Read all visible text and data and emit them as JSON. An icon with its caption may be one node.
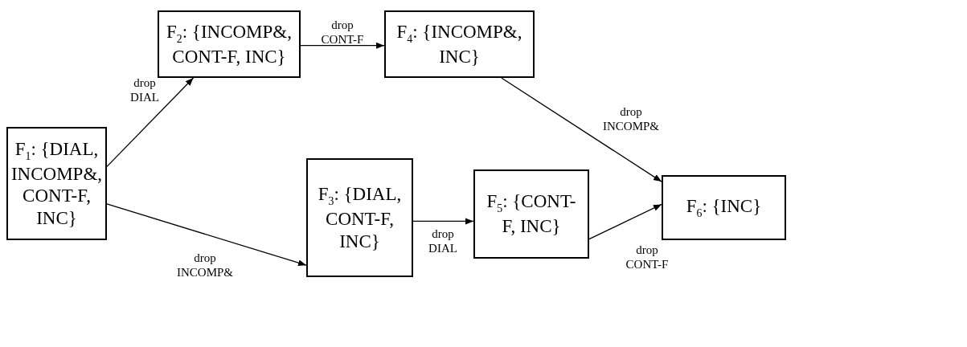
{
  "diagram": {
    "nodes": [
      {
        "text": [
          "F$_{1}$: {DIAL, INCOMP&, CONT-F, INC}"
        ]
      },
      {
        "text": [
          "F$_{2}$: {INCOMP&, CONT-F, INC}"
        ]
      },
      {
        "text": [
          "F$_{4}$: {INCOMP&, INC}"
        ]
      },
      {
        "text": [
          "F$_{3}$: {DIAL, CONT-F, INC}"
        ]
      },
      {
        "text": [
          "F$_{5}$: {CONT-F, INC}"
        ]
      },
      {
        "text": [
          "F$_{6}$: {INC}"
        ]
      }
    ],
    "edges": [
      {
        "from": 0,
        "to": 1,
        "arrow": "to",
        "label": "drop DIAL"
      },
      {
        "from": 1,
        "to": 2,
        "arrow": "to",
        "label": "drop CONT-F"
      },
      {
        "from": 2,
        "to": 5,
        "arrow": "to",
        "label": "drop INCOMP&"
      },
      {
        "from": 0,
        "to": 3,
        "arrow": "to",
        "label": "drop INCOMP&"
      },
      {
        "from": 3,
        "to": 4,
        "arrow": "to",
        "label": "drop DIAL"
      },
      {
        "from": 4,
        "to": 5,
        "arrow": "to",
        "label": "drop CONT-F"
      }
    ]
  }
}
